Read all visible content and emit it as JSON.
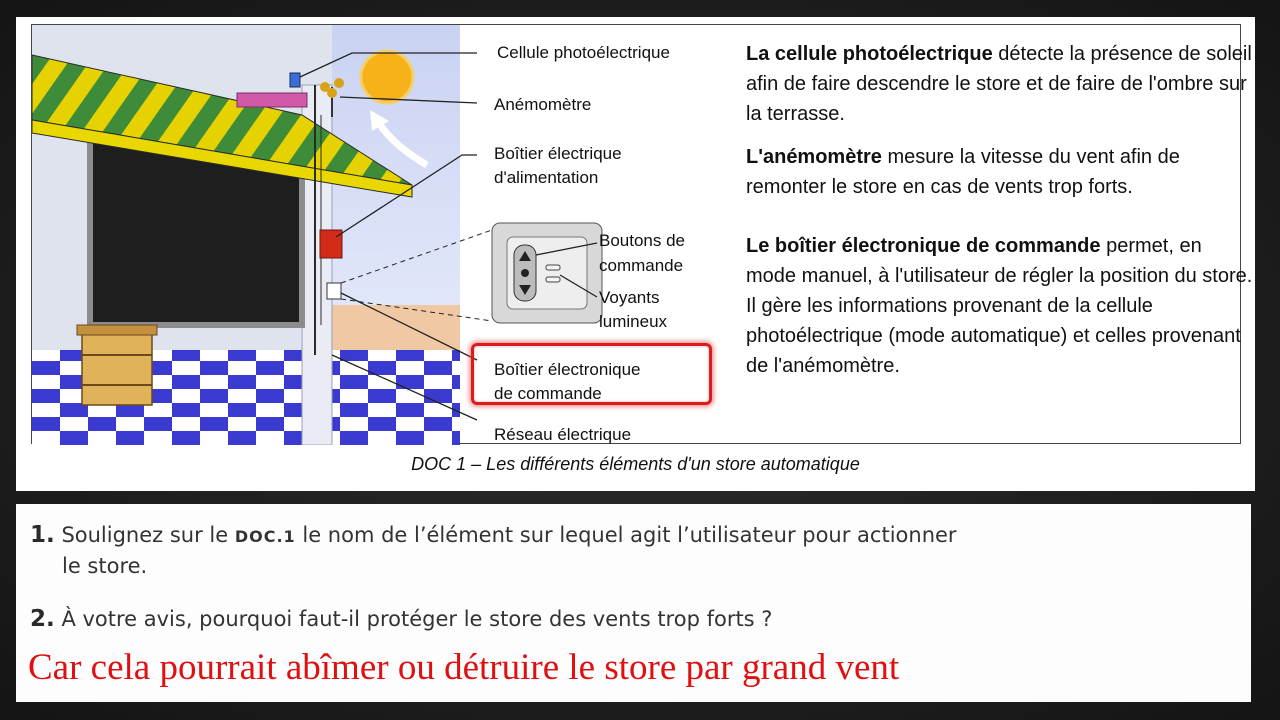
{
  "document": {
    "labels": {
      "photocell": "Cellule photoélectrique",
      "anemometer": "Anémomètre",
      "power_box_line1": "Boîtier électrique",
      "power_box_line2": "d'alimentation",
      "buttons_line1": "Boutons de",
      "buttons_line2": "commande",
      "leds_line1": "Voyants",
      "leds_line2": "lumineux",
      "control_box_line1": "Boîtier électronique",
      "control_box_line2": "de commande",
      "network": "Réseau électrique"
    },
    "paragraphs": [
      {
        "bold": "La cellule photoélectrique",
        "text": " détecte la présence de soleil afin de faire descendre le store et de faire de l'ombre sur la terrasse."
      },
      {
        "bold": "L'anémomètre",
        "text": " mesure la vitesse du vent afin de remonter le store en cas de vents trop forts."
      },
      {
        "bold": "Le boîtier électronique de commande",
        "text": " permet, en mode manuel, à l'utilisateur de régler la position du store. Il gère les informations provenant de la cellule photoélectrique (mode automatique) et celles provenant de l'anémomètre."
      }
    ],
    "caption": "DOC 1 – Les différents éléments d'un store automatique"
  },
  "questions": [
    {
      "number": "1.",
      "text_before": "Soulignez sur le ",
      "ref": "DOC.1",
      "text_after": " le nom de l’élément sur lequel agit l’utilisateur pour actionner",
      "text_line2": "le store."
    },
    {
      "number": "2.",
      "text": "À votre avis, pourquoi faut-il protéger le store des vents trop forts ?"
    }
  ],
  "answer": "Car cela pourrait abîmer ou détruire le store par grand vent",
  "colors": {
    "answer": "#e01010",
    "highlight": "#d91c1c",
    "background": "#1c1c1c"
  }
}
